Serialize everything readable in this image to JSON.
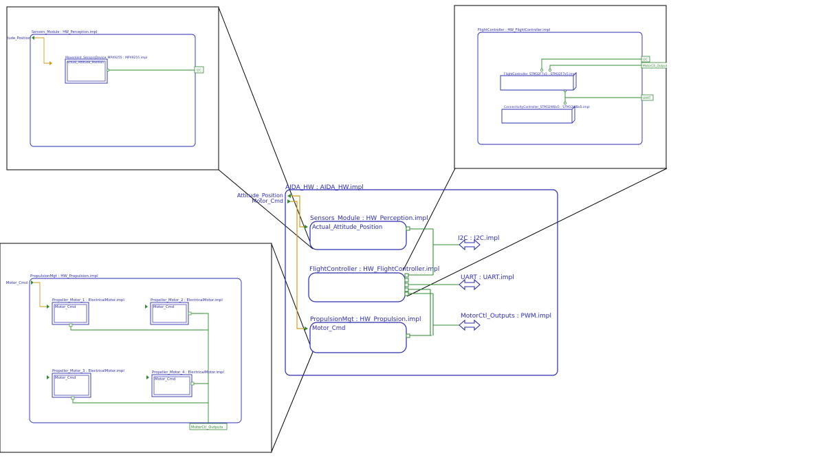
{
  "main": {
    "system": "AIDA_HW : AIDA_HW.impl",
    "ports": [
      "Attitude_Position",
      "Motor_Cmd"
    ],
    "components": [
      {
        "label": "Sensors_Module : HW_Perception.impl",
        "port": "Actual_Attitude_Position"
      },
      {
        "label": "FlightController : HW_FlightController.impl",
        "port": ""
      },
      {
        "label": "PropulsionMgt : HW_Propulsion.impl",
        "port": "Motor_Cmd"
      }
    ],
    "buses": [
      "I2C : I2C.impl",
      "UART : UART.impl",
      "MotorCtl_Outputs : PWM.impl"
    ]
  },
  "zoom_sensors": {
    "title": "Sensors_Module : HW_Perception.impl",
    "port": "Attitude_Position",
    "device": "Movement_SensorsDevice_MPX9255 : MPX9255.impl",
    "device_port": "Actual_Attitude_Position",
    "bus": "I2C"
  },
  "zoom_flight": {
    "title": "FlightController : HW_FlightController.impl",
    "proc1": "FlightController_STM32F7x5 : STM32F7x5.impl",
    "proc2": "ConnectivityController_STM32WBx5 : STM32WBx5.impl",
    "buses": [
      "I2C",
      "MotorCtl_Outputs",
      "UART"
    ]
  },
  "zoom_propulsion": {
    "title": "PropulsionMgt : HW_Propulsion.impl",
    "port": "Motor_Cmd",
    "motors": [
      {
        "label": "Propeller_Motor_1 : ElectricalMotor.impl",
        "port": "Motor_Cmd"
      },
      {
        "label": "Propeller_Motor_2 : ElectricalMotor.impl",
        "port": "Motor_Cmd"
      },
      {
        "label": "Propeller_Motor_3 : ElectricalMotor.impl",
        "port": "Motor_Cmd"
      },
      {
        "label": "Propeller_Motor_4 : ElectricalMotor.impl",
        "port": "Motor_Cmd"
      }
    ],
    "bus": "MotorCtl_Outputs"
  },
  "colors": {
    "blue": "#2a2ab0",
    "green": "#2e8b2e",
    "orange": "#d19a1a",
    "black": "#000000"
  }
}
